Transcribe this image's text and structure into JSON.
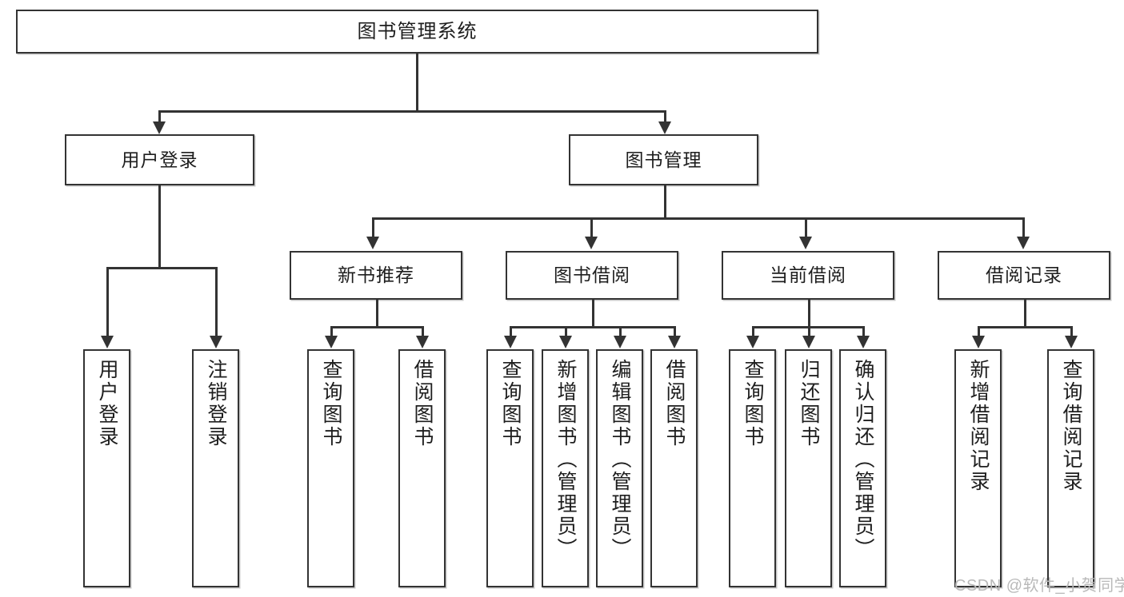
{
  "diagram": {
    "title": "图书管理系统",
    "type": "hierarchy-tree",
    "watermark": "CSDN @软件_小贺同学",
    "colors": {
      "stroke": "#333333",
      "fill": "#ffffff",
      "text": "#1e1e1e",
      "watermark": "#b9b9b9"
    }
  },
  "root": {
    "label": "图书管理系统"
  },
  "level2": [
    {
      "label": "用户登录"
    },
    {
      "label": "图书管理"
    }
  ],
  "level3": [
    {
      "label": "新书推荐"
    },
    {
      "label": "图书借阅"
    },
    {
      "label": "当前借阅"
    },
    {
      "label": "借阅记录"
    }
  ],
  "leaves": {
    "user_login": [
      {
        "label": "用户登录"
      },
      {
        "label": "注销登录"
      }
    ],
    "new_book": [
      {
        "label": "查询图书"
      },
      {
        "label": "借阅图书"
      }
    ],
    "book_borrow": [
      {
        "label": "查询图书"
      },
      {
        "label": "新增图书（管理员）"
      },
      {
        "label": "编辑图书（管理员）"
      },
      {
        "label": "借阅图书"
      }
    ],
    "current_borrow": [
      {
        "label": "查询图书"
      },
      {
        "label": "归还图书"
      },
      {
        "label": "确认归还（管理员）"
      }
    ],
    "borrow_record": [
      {
        "label": "新增借阅记录"
      },
      {
        "label": "查询借阅记录"
      }
    ]
  }
}
